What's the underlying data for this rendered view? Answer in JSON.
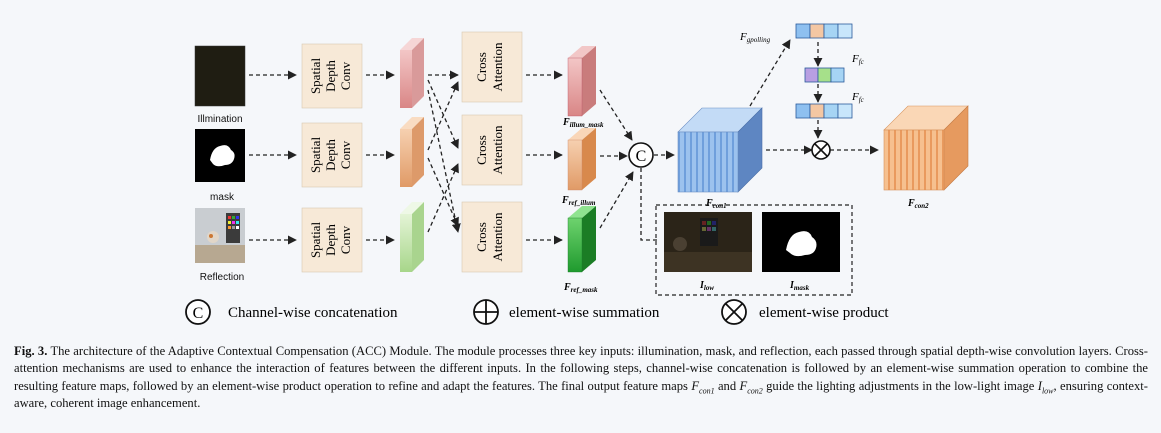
{
  "figure": {
    "inputs": [
      {
        "label": "Illmination"
      },
      {
        "label": "mask"
      },
      {
        "label": "Reflection"
      }
    ],
    "conv_label_lines": [
      "Spatial",
      "Depth",
      "Conv"
    ],
    "attention_label_lines": [
      "Cross",
      "Attention"
    ],
    "features": {
      "illum_mask": {
        "main": "F",
        "sub": "illum_mask"
      },
      "ref_illum": {
        "main": "F",
        "sub": "ref_illum"
      },
      "ref_mask": {
        "main": "F",
        "sub": "ref_mask"
      },
      "con1": {
        "main": "F",
        "sub": "con1"
      },
      "con2": {
        "main": "F",
        "sub": "con2"
      },
      "gpolling": {
        "main": "F",
        "sub": "gpolling"
      },
      "fc1": {
        "main": "F",
        "sub": "fc"
      },
      "fc2": {
        "main": "F",
        "sub": "fc"
      }
    },
    "images": {
      "low": {
        "main": "I",
        "sub": "low"
      },
      "mask": {
        "main": "I",
        "sub": "mask"
      }
    },
    "concat_symbol": "C",
    "legend": [
      {
        "symbol": "C",
        "label": "Channel-wise concatenation"
      },
      {
        "symbol": "plus",
        "label": "element-wise summation"
      },
      {
        "symbol": "times",
        "label": "element-wise product"
      }
    ],
    "colors": {
      "branch1": "#e8a0a0",
      "branch2": "#e8b48a",
      "branch3": "#b9e0a0",
      "con1": "#8fb8ea",
      "con2": "#f0b080"
    }
  },
  "caption": {
    "label": "Fig. 3.",
    "part1": "The architecture of the Adaptive Contextual Compensation (ACC) Module. The module processes three key inputs: illumination, mask, and reflection, each passed through spatial depth-wise convolution layers. Cross-attention mechanisms are used to enhance the interaction of features between the different inputs. In the following steps, channel-wise concatenation is followed by an element-wise summation operation to combine the resulting feature maps, followed by an element-wise product operation to refine and adapt the features. The final output feature maps",
    "f_con1": {
      "main": "F",
      "sub": "con1"
    },
    "and": "and",
    "f_con2": {
      "main": "F",
      "sub": "con2"
    },
    "part2": "guide the lighting adjustments in the low-light image",
    "i_low": {
      "main": "I",
      "sub": "low"
    },
    "part3": ", ensuring context-aware, coherent image enhancement."
  }
}
